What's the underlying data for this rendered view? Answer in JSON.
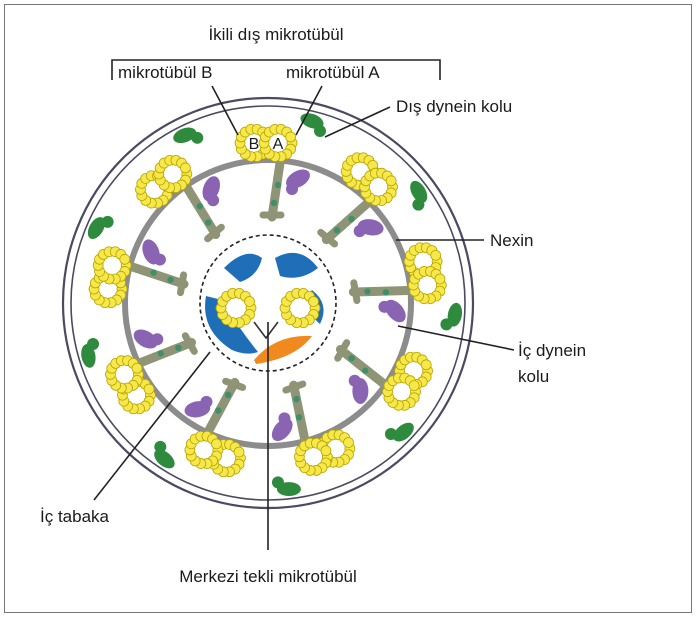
{
  "labels": {
    "doublet": "İkili dış mikrotübül",
    "tubule_b": "mikrotübül B",
    "tubule_a": "mikrotübül A",
    "letter_b": "B",
    "letter_a": "A",
    "outer_dynein": "Dış dynein kolu",
    "nexin": "Nexin",
    "inner_dynein_line1": "İç dynein",
    "inner_dynein_line2": "kolu",
    "inner_sheath": "İç tabaka",
    "central_singlet": "Merkezi tekli mikrotübül"
  },
  "colors": {
    "tubule_fill": "#f6e84a",
    "tubule_stroke": "#b8a400",
    "outer_dynein": "#2e8b3e",
    "inner_dynein": "#8a63b3",
    "nexin_link": "#8c8c8c",
    "radial_spoke": "#8f9476",
    "spoke_dot": "#3f8f6a",
    "sheath_blue": "#1f6fb8",
    "sheath_orange": "#f08a1e",
    "membrane": "#4a4a62"
  },
  "icons": {
    "doublet": "yellow-bead-rings",
    "outer_dynein": "green-hook",
    "inner_dynein": "purple-blob",
    "radial_spoke": "grey-spoke-with-dots"
  },
  "structure": {
    "outer_doublets": 9,
    "central_singlets": 2
  }
}
